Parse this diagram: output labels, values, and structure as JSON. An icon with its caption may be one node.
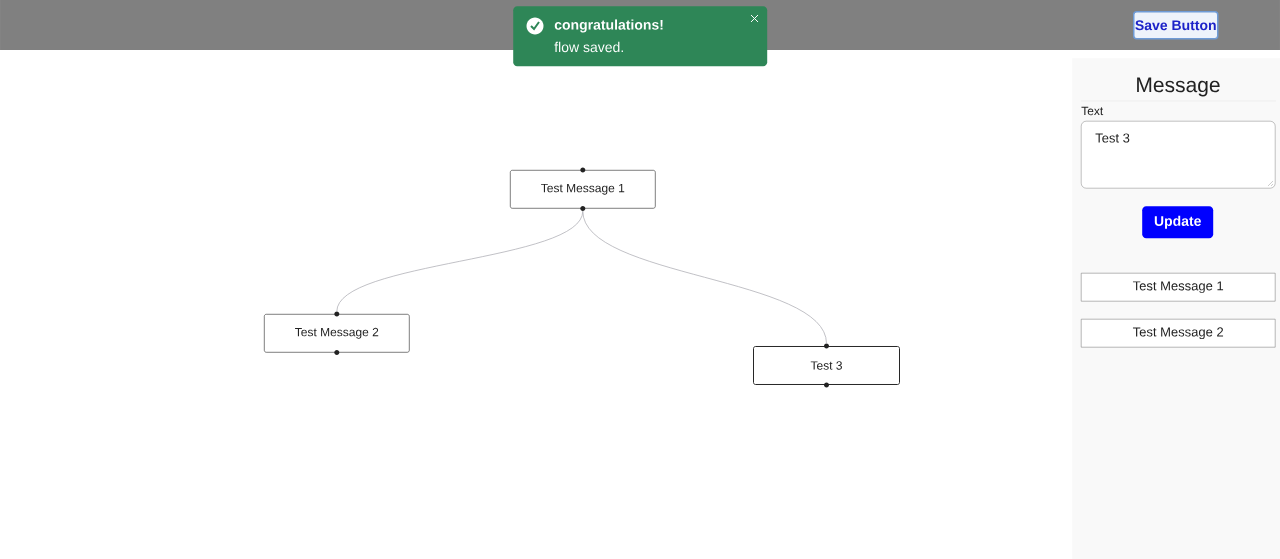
{
  "diagram": {
    "nodes": [
      {
        "text": [
          "congratulations!",
          "flow saved."
        ]
      },
      {
        "text": [
          "Save Button"
        ]
      },
      {
        "text": [
          "Message",
          "Text"
        ]
      },
      {
        "text": [
          "Test 3"
        ],
        "in": 2
      },
      {
        "text": [
          "Update"
        ],
        "in": 2
      },
      {
        "text": [
          "Test Message 1"
        ],
        "in": 2
      },
      {
        "text": [
          "Test Message 2"
        ],
        "in": 2
      },
      {
        "text": [
          "Test Message 1"
        ]
      },
      {
        "text": [
          "Test Message 2"
        ]
      },
      {
        "text": [
          "Test 3"
        ]
      }
    ],
    "edges": [
      {
        "from": 7,
        "to": 8,
        "arrow": "none"
      },
      {
        "from": 7,
        "to": 9,
        "arrow": "none"
      }
    ]
  }
}
